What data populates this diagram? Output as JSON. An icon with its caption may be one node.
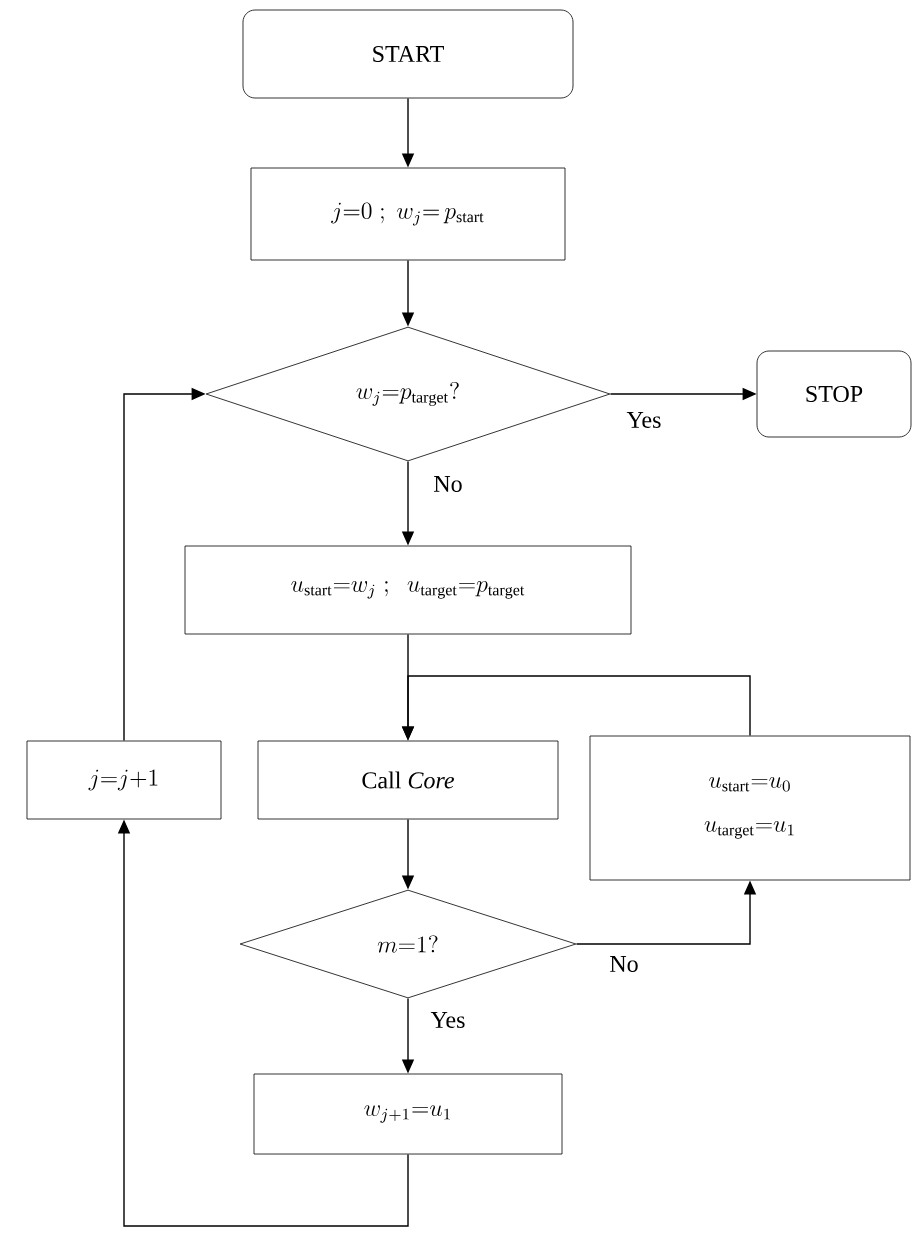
{
  "diagram": {
    "nodes": [
      {
        "text": [
          "START"
        ]
      },
      {
        "text": [
          "j{=}0\\;;\\;w_j{=}\\,p_{\\mathrm{start}}"
        ]
      },
      {
        "text": [
          "w_j{=}p_{\\mathrm{target}}?"
        ]
      },
      {
        "text": [
          "STOP"
        ]
      },
      {
        "text": [
          "u_{\\mathrm{start}}{=}w_j\\;;\\;\\;u_{\\mathrm{target}}{=}p_{\\mathrm{target}}"
        ]
      },
      {
        "text": [
          "j{=}j{+}1"
        ]
      },
      {
        "text": [
          "Call *Core*"
        ]
      },
      {
        "text": [
          "u_{\\mathrm{start}}{=}u_0",
          "u_{\\mathrm{target}}{=}u_1"
        ]
      },
      {
        "text": [
          "m{=}1?"
        ]
      },
      {
        "text": [
          "w_{j+1}{=}u_1"
        ]
      }
    ],
    "edges": [
      {
        "from": 0,
        "to": 1,
        "arrow": "to"
      },
      {
        "from": 1,
        "to": 2,
        "arrow": "to"
      },
      {
        "from": 2,
        "to": 3,
        "arrow": "to",
        "label": "Yes"
      },
      {
        "from": 2,
        "to": 4,
        "arrow": "to",
        "label": "No"
      },
      {
        "from": 4,
        "to": 6,
        "arrow": "to"
      },
      {
        "from": 7,
        "to": 6,
        "arrow": "to"
      },
      {
        "from": 6,
        "to": 8,
        "arrow": "to"
      },
      {
        "from": 8,
        "to": 7,
        "arrow": "to",
        "label": "No"
      },
      {
        "from": 8,
        "to": 9,
        "arrow": "to",
        "label": "Yes"
      },
      {
        "from": 9,
        "to": 5,
        "arrow": "to"
      },
      {
        "from": 5,
        "to": 2,
        "arrow": "to"
      }
    ]
  }
}
